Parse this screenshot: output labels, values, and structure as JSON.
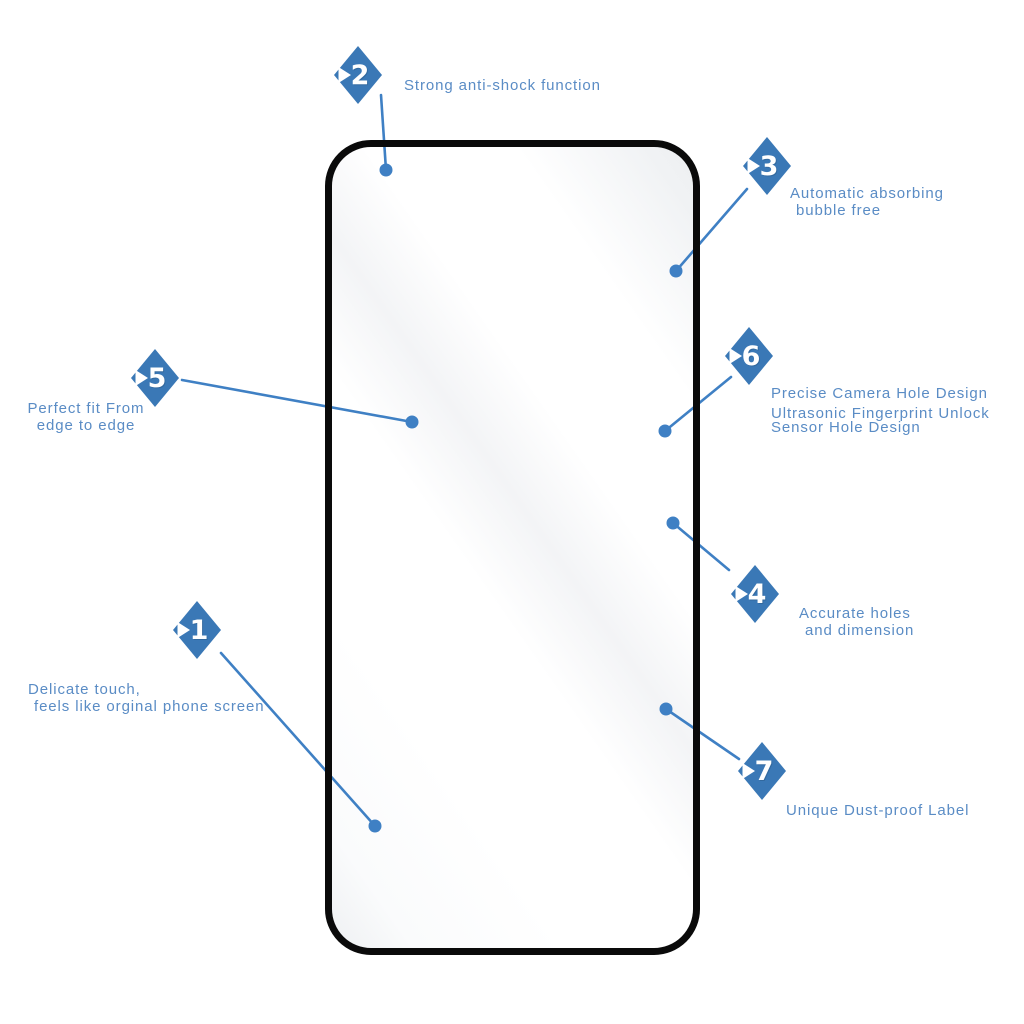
{
  "title": "Tempered glass screen protector feature infographic",
  "colors": {
    "background": "#ffffff",
    "accent_blue": "#3a78b6",
    "line_blue": "#3f80c4",
    "label_blue": "#5a8cc5",
    "frame_black": "#0a0a0a"
  },
  "phone": {
    "description": "screen-protector-outline"
  },
  "callouts": [
    {
      "number": "1",
      "lines": [
        "Delicate touch,",
        "feels like orginal phone screen"
      ]
    },
    {
      "number": "2",
      "lines": [
        "Strong anti-shock function"
      ]
    },
    {
      "number": "3",
      "lines": [
        "Automatic absorbing",
        "bubble free"
      ]
    },
    {
      "number": "4",
      "lines": [
        "Accurate holes",
        "and dimension"
      ]
    },
    {
      "number": "5",
      "lines": [
        "Perfect fit From",
        "edge to edge"
      ]
    },
    {
      "number": "6",
      "lines": [
        "Precise Camera Hole Design",
        "Ultrasonic Fingerprint Unlock",
        "Sensor Hole Design"
      ]
    },
    {
      "number": "7",
      "lines": [
        "Unique Dust-proof Label"
      ]
    }
  ]
}
